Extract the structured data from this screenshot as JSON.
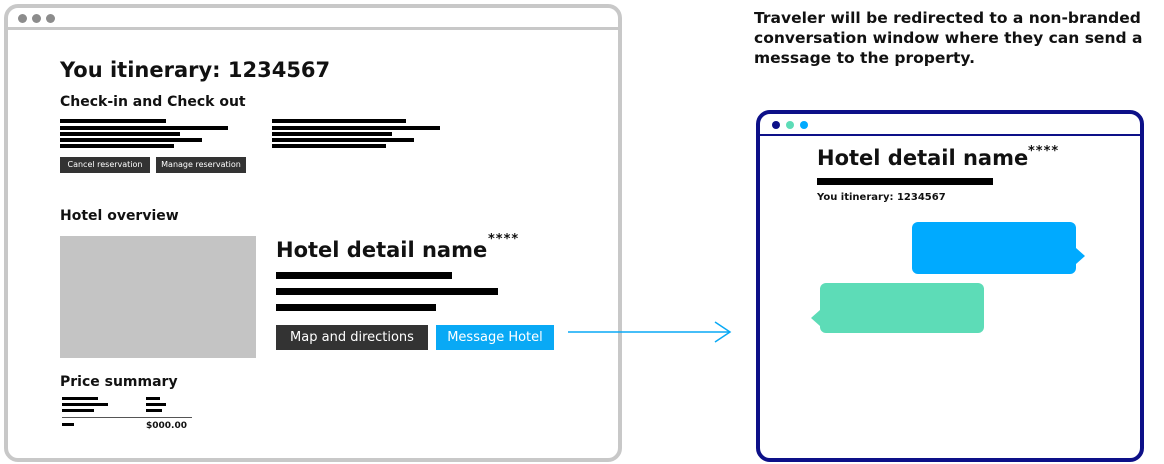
{
  "itinerary_page": {
    "title": "You itinerary: 1234567",
    "checkin_heading": "Check-in and Check out",
    "cancel_button": "Cancel reservation",
    "manage_button": "Manage reservation",
    "overview_heading": "Hotel overview",
    "hotel_name": "Hotel detail name",
    "stars": "****",
    "map_button": "Map and directions",
    "message_button": "Message Hotel",
    "price_heading": "Price summary",
    "price_total": "$000.00"
  },
  "caption": "Traveler will be redirected to a non-branded conversation window where they can send a message to the property.",
  "chat_window": {
    "hotel_name": "Hotel detail name",
    "stars": "****",
    "itinerary": "You itinerary: 1234567"
  },
  "colors": {
    "left_frame": "#c8c8c8",
    "left_dots": "#8c8c8c",
    "right_frame": "#0d1088",
    "dot_1": "#0d1088",
    "dot_2": "#5ddcb7",
    "dot_3": "#00aaff",
    "message_button": "#09a9f5",
    "dark_button": "#333333",
    "outgoing_bubble": "#00aaff",
    "incoming_bubble": "#5ddcb7",
    "arrow": "#09a9f5",
    "image_placeholder": "#c4c4c4"
  }
}
